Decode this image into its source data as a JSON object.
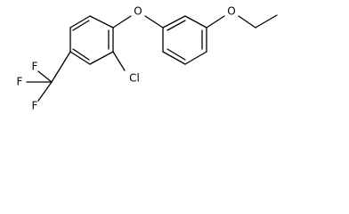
{
  "molecule": {
    "atoms": {
      "oxygen_ether_bridge": "O",
      "oxygen_ethoxy": "O",
      "chlorine": "Cl",
      "fluorine_top": "F",
      "fluorine_left": "F",
      "fluorine_bottom": "F"
    }
  },
  "colors": {
    "bond": "#000000",
    "label": "#000000",
    "background": "#ffffff"
  }
}
